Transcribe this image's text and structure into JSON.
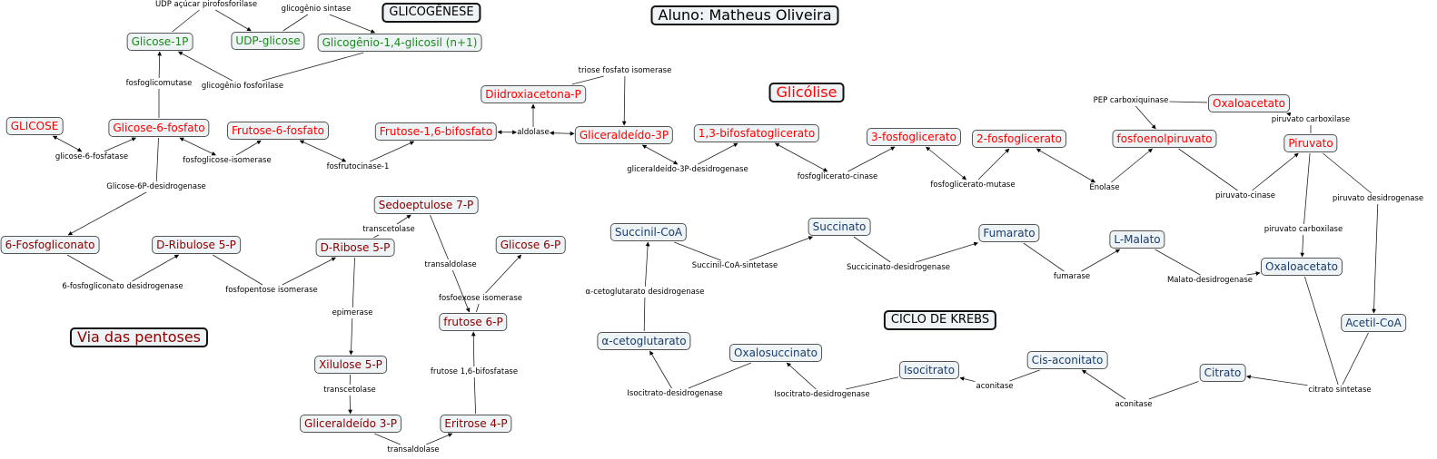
{
  "titles": {
    "glicogenese": "GLICOGÊNESE",
    "aluno": "Aluno: Matheus Oliveira",
    "glicolise": "Glicólise",
    "krebs": "CICLO DE KREBS",
    "pentoses": "Via das pentoses"
  },
  "colors": {
    "glicolise": "#ff0000",
    "glicogenese": "#1a8a1a",
    "pentoses": "#8b0000",
    "krebs": "#1a3d6e",
    "node_bg": "#eef3f5"
  },
  "nodes": [
    {
      "id": "glicose1p",
      "label": "Glicose-1P",
      "group": "green"
    },
    {
      "id": "udpglicose",
      "label": "UDP-glicose",
      "group": "green"
    },
    {
      "id": "glicogenio",
      "label": "Glicogênio-1,4-glicosil (n+1)",
      "group": "green"
    },
    {
      "id": "glicose",
      "label": "GLICOSE",
      "group": "red"
    },
    {
      "id": "g6p",
      "label": "Glicose-6-fosfato",
      "group": "red"
    },
    {
      "id": "f6p",
      "label": "Frutose-6-fosfato",
      "group": "red"
    },
    {
      "id": "f16bp",
      "label": "Frutose-1,6-bifosfato",
      "group": "red"
    },
    {
      "id": "dhap",
      "label": "Diidroxiacetona-P",
      "group": "red"
    },
    {
      "id": "g3p",
      "label": "Gliceraldeído-3P",
      "group": "red"
    },
    {
      "id": "bpg13",
      "label": "1,3-bifosfatoglicerato",
      "group": "red"
    },
    {
      "id": "pg3",
      "label": "3-fosfoglicerato",
      "group": "red"
    },
    {
      "id": "pg2",
      "label": "2-fosfoglicerato",
      "group": "red"
    },
    {
      "id": "pep",
      "label": "fosfoenolpiruvato",
      "group": "red"
    },
    {
      "id": "oaa_red",
      "label": "Oxaloacetato",
      "group": "red"
    },
    {
      "id": "piruvato",
      "label": "Piruvato",
      "group": "red"
    },
    {
      "id": "fosfogliconato",
      "label": "6-Fosfogliconato",
      "group": "dred"
    },
    {
      "id": "ribulose",
      "label": "D-Ribulose 5-P",
      "group": "dred"
    },
    {
      "id": "ribose",
      "label": "D-Ribose 5-P",
      "group": "dred"
    },
    {
      "id": "sedo",
      "label": "Sedoeptulose 7-P",
      "group": "dred"
    },
    {
      "id": "g6p_pent",
      "label": "Glicose 6-P",
      "group": "dred"
    },
    {
      "id": "f6p_pent",
      "label": "frutose 6-P",
      "group": "dred"
    },
    {
      "id": "xilulose",
      "label": "Xilulose 5-P",
      "group": "dred"
    },
    {
      "id": "gal3p",
      "label": "Gliceraldeído 3-P",
      "group": "dred"
    },
    {
      "id": "eritrose",
      "label": "Eritrose 4-P",
      "group": "dred"
    },
    {
      "id": "succinilcoa",
      "label": "Succinil-CoA",
      "group": "blue"
    },
    {
      "id": "succinato",
      "label": "Succinato",
      "group": "blue"
    },
    {
      "id": "fumarato",
      "label": "Fumarato",
      "group": "blue"
    },
    {
      "id": "malato",
      "label": "L-Malato",
      "group": "blue"
    },
    {
      "id": "oaa_blue",
      "label": "Oxaloacetato",
      "group": "blue"
    },
    {
      "id": "acetilcoa",
      "label": "Acetil-CoA",
      "group": "blue"
    },
    {
      "id": "akg",
      "label": "α-cetoglutarato",
      "group": "blue"
    },
    {
      "id": "oxalosuccinato",
      "label": "Oxalosuccinato",
      "group": "blue"
    },
    {
      "id": "isocitrato",
      "label": "Isocitrato",
      "group": "blue"
    },
    {
      "id": "cisaconitato",
      "label": "Cis-aconitato",
      "group": "blue"
    },
    {
      "id": "citrato",
      "label": "Citrato",
      "group": "blue"
    }
  ],
  "enzymes": [
    {
      "id": "udp_pirofosforilase",
      "label": "UDP açúcar pirofosforilase"
    },
    {
      "id": "glicogenio_sintase",
      "label": "glicogênio sintase"
    },
    {
      "id": "fosfoglicomutase",
      "label": "fosfoglicomutase"
    },
    {
      "id": "glicogenio_fosforilase",
      "label": "glicogênio fosforilase"
    },
    {
      "id": "glicose6fosfatase",
      "label": "glicose-6-fosfatase"
    },
    {
      "id": "fosfoglicose_isomerase",
      "label": "fosfoglicose-isomerase"
    },
    {
      "id": "fosfrutocinase",
      "label": "fosfrutocinase-1"
    },
    {
      "id": "aldolase",
      "label": "aldolase"
    },
    {
      "id": "triose_isomerase",
      "label": "triose fosfato isomerase"
    },
    {
      "id": "g3p_desidrogenase",
      "label": "gliceraldeído-3P-desidrogenase"
    },
    {
      "id": "fosfoglicerato_cinase",
      "label": "fosfoglicerato-cinase"
    },
    {
      "id": "fosfoglicerato_mutase",
      "label": "fosfoglicerato-mutase"
    },
    {
      "id": "enolase",
      "label": "Enolase"
    },
    {
      "id": "pep_carboxiquinase",
      "label": "PEP carboxiquinase"
    },
    {
      "id": "piruvato_carboxilase_top",
      "label": "piruvato carboxilase"
    },
    {
      "id": "piruvato_cinase",
      "label": "piruvato-cinase"
    },
    {
      "id": "piruvato_desidrogenase",
      "label": "piruvato desidrogenase"
    },
    {
      "id": "piruvato_carboxilase_mid",
      "label": "piruvato carboxilase"
    },
    {
      "id": "g6p_desidrogenase",
      "label": "Glicose-6P-desidrogenase"
    },
    {
      "id": "fosfogliconato_desidrogenase",
      "label": "6-fosfogliconato desidrogenase"
    },
    {
      "id": "fosfopentose_isomerase",
      "label": "fosfopentose isomerase"
    },
    {
      "id": "transcetolase_top",
      "label": "transcetolase"
    },
    {
      "id": "transaldolase_mid",
      "label": "transaldolase"
    },
    {
      "id": "fosfoexose_isomerase",
      "label": "fosfoexose isomerase"
    },
    {
      "id": "epimerase",
      "label": "epimerase"
    },
    {
      "id": "frutose_bifosfatase",
      "label": "frutose 1,6-bifosfatase"
    },
    {
      "id": "transcetolase_bot",
      "label": "transcetolase"
    },
    {
      "id": "transaldolase_bot",
      "label": "transaldolase"
    },
    {
      "id": "succinilcoa_sintetase",
      "label": "Succinil-CoA-sintetase"
    },
    {
      "id": "succinato_desidrogenase",
      "label": "Succicinato-desidrogenase"
    },
    {
      "id": "fumarase",
      "label": "fumarase"
    },
    {
      "id": "malato_desidrogenase",
      "label": "Malato-desidrogenase"
    },
    {
      "id": "akg_desidrogenase",
      "label": "α-cetoglutarato desidrogenase"
    },
    {
      "id": "isocitrato_desid_1",
      "label": "Isocitrato-desidrogenase"
    },
    {
      "id": "isocitrato_desid_2",
      "label": "Isocitrato-desidrogenase"
    },
    {
      "id": "aconitase_1",
      "label": "aconitase"
    },
    {
      "id": "aconitase_2",
      "label": "aconitase"
    },
    {
      "id": "citrato_sintetase",
      "label": "citrato sintetase"
    }
  ]
}
